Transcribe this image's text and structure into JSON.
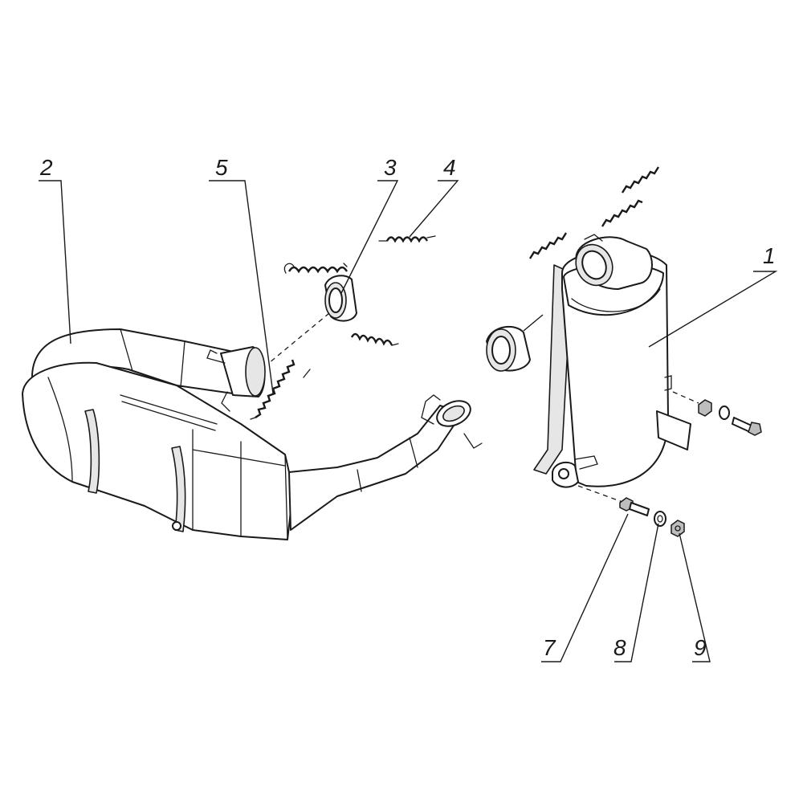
{
  "colors": {
    "line": "#1a1a1a",
    "background": "#ffffff",
    "shade": "#e6e6e6"
  },
  "callouts": {
    "c1": "1",
    "c2": "2",
    "c3": "3",
    "c4": "4",
    "c5": "5",
    "c7": "7",
    "c8": "8",
    "c9": "9"
  }
}
